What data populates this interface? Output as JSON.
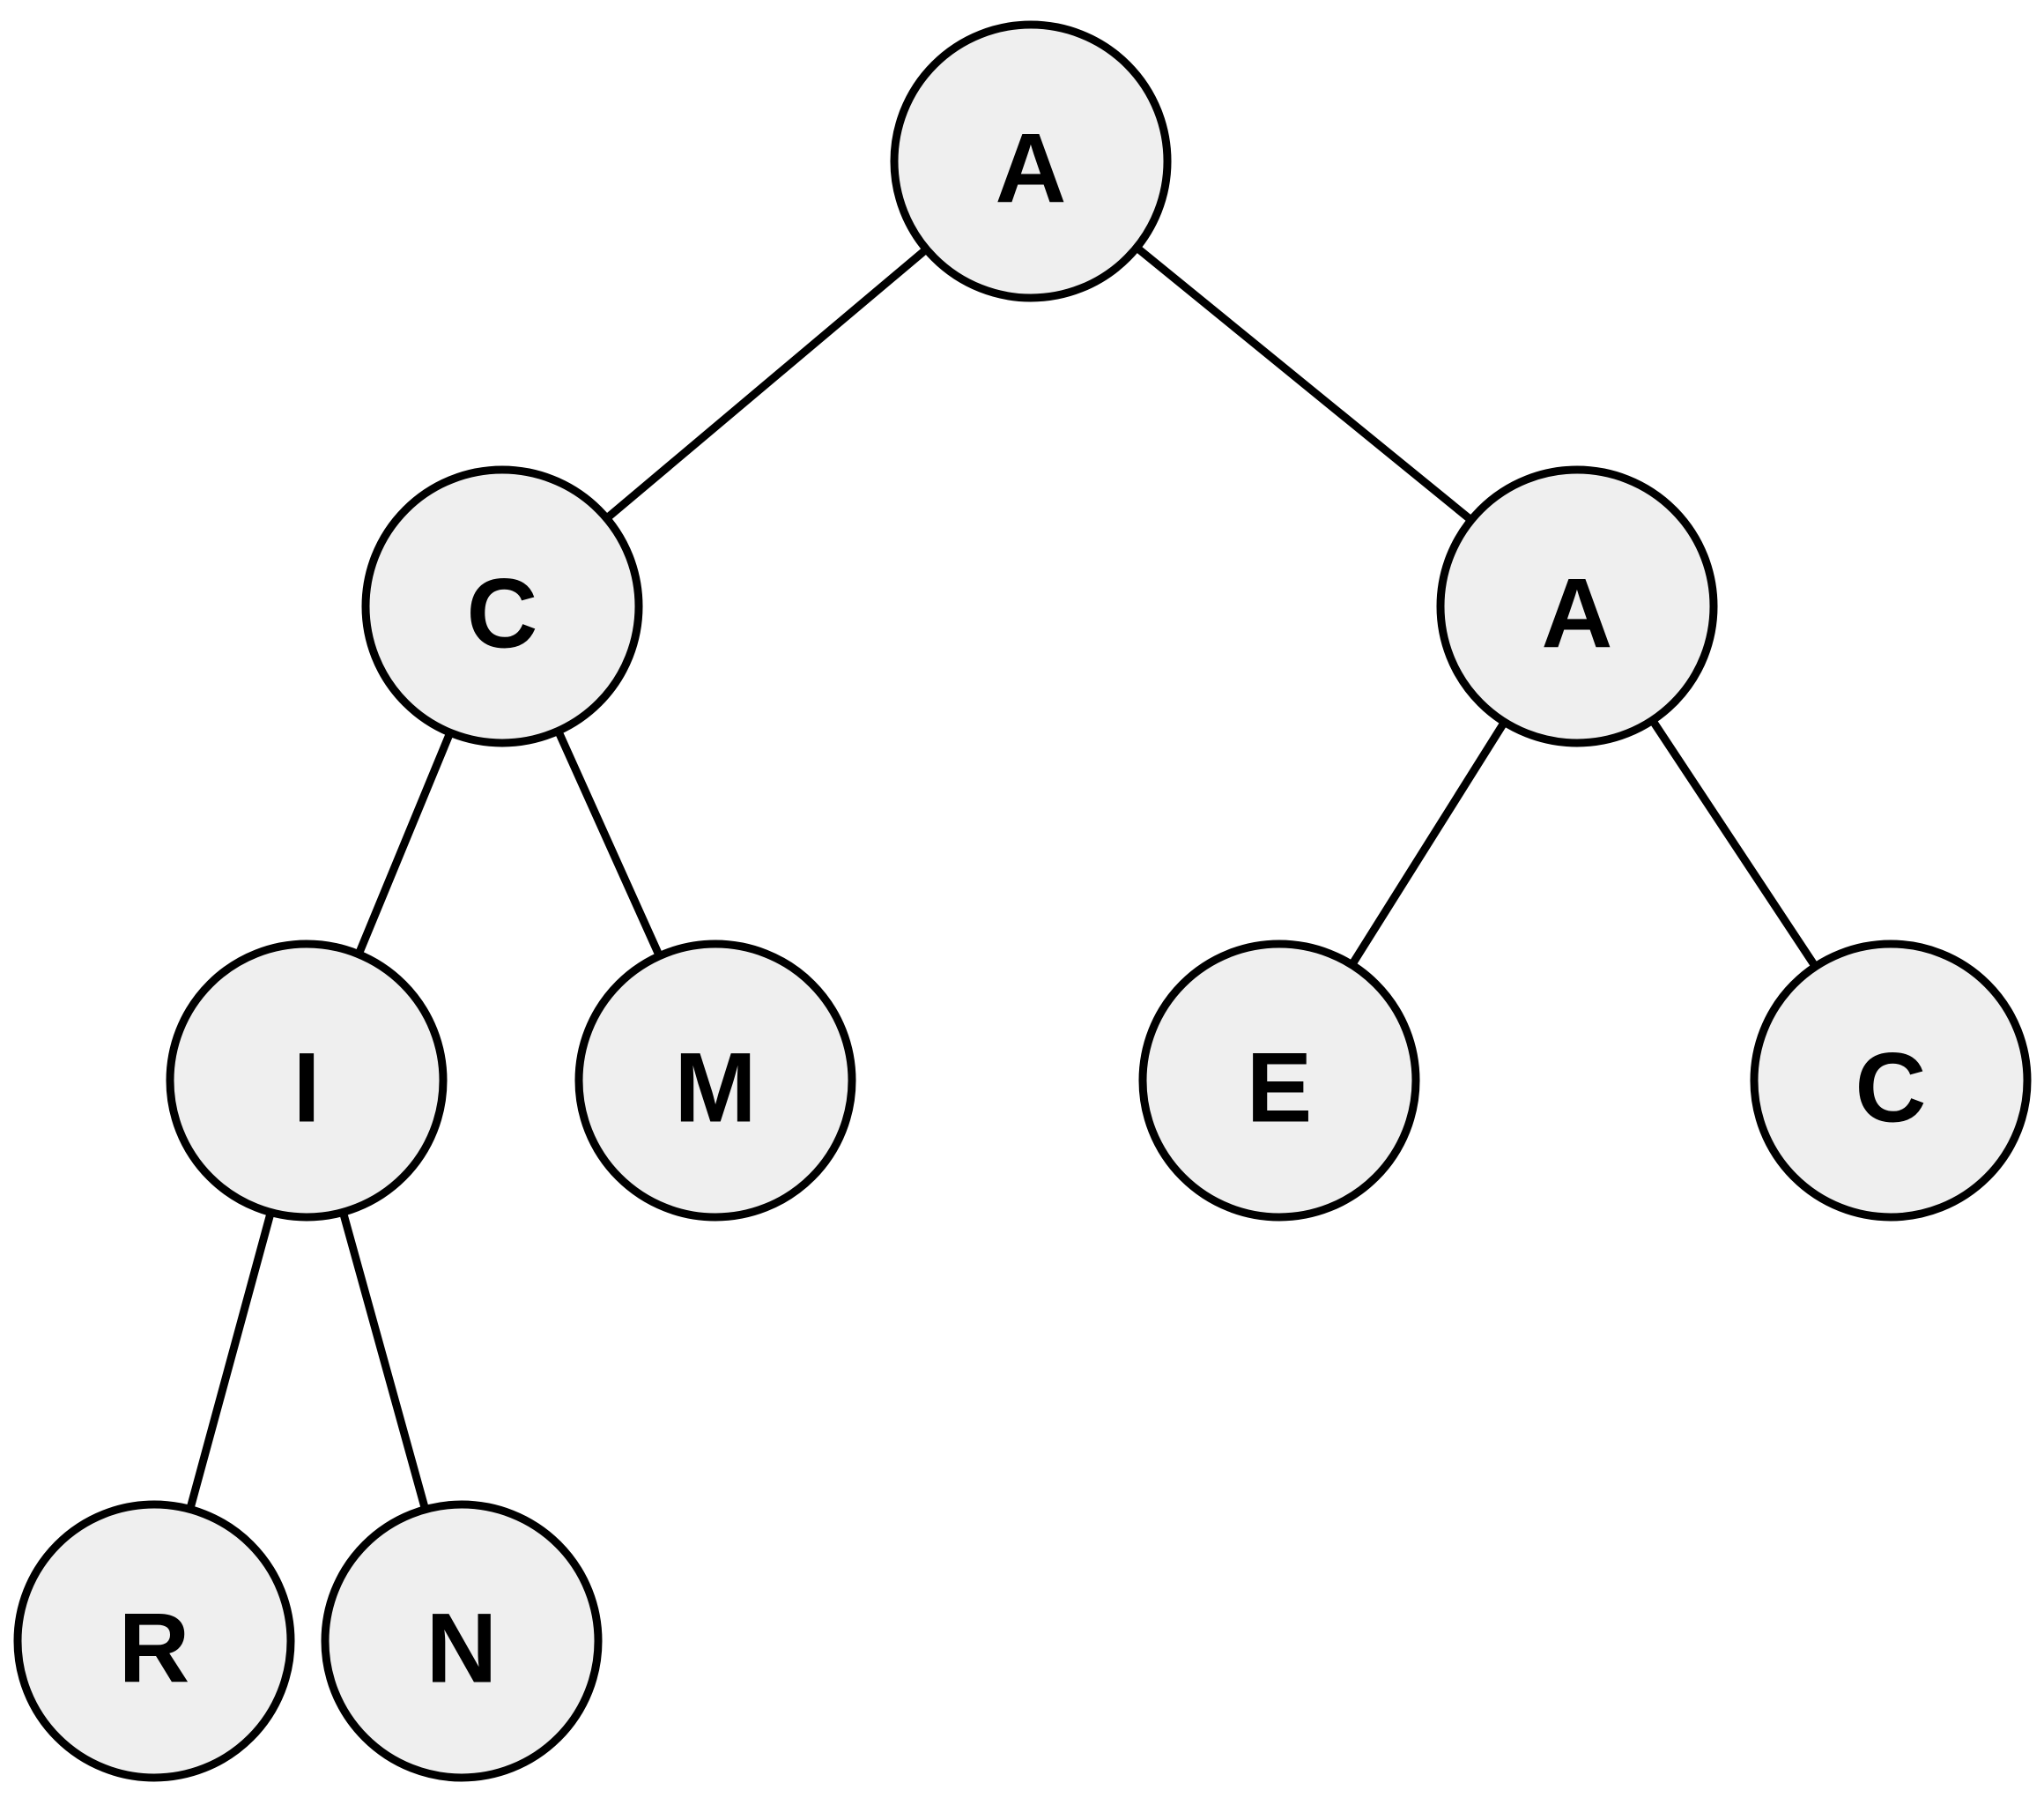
{
  "colors": {
    "node_fill": "#efefef",
    "stroke": "#000000",
    "label": "#000000",
    "background": "#ffffff"
  },
  "tree": {
    "nodes": [
      {
        "id": "n1",
        "label": "A"
      },
      {
        "id": "n2",
        "label": "C"
      },
      {
        "id": "n3",
        "label": "A"
      },
      {
        "id": "n4",
        "label": "I"
      },
      {
        "id": "n5",
        "label": "M"
      },
      {
        "id": "n6",
        "label": "E"
      },
      {
        "id": "n7",
        "label": "C"
      },
      {
        "id": "n8",
        "label": "R"
      },
      {
        "id": "n9",
        "label": "N"
      }
    ],
    "edges": [
      {
        "from": "n1",
        "to": "n2"
      },
      {
        "from": "n1",
        "to": "n3"
      },
      {
        "from": "n2",
        "to": "n4"
      },
      {
        "from": "n2",
        "to": "n5"
      },
      {
        "from": "n3",
        "to": "n6"
      },
      {
        "from": "n3",
        "to": "n7"
      },
      {
        "from": "n4",
        "to": "n8"
      },
      {
        "from": "n4",
        "to": "n9"
      }
    ]
  }
}
